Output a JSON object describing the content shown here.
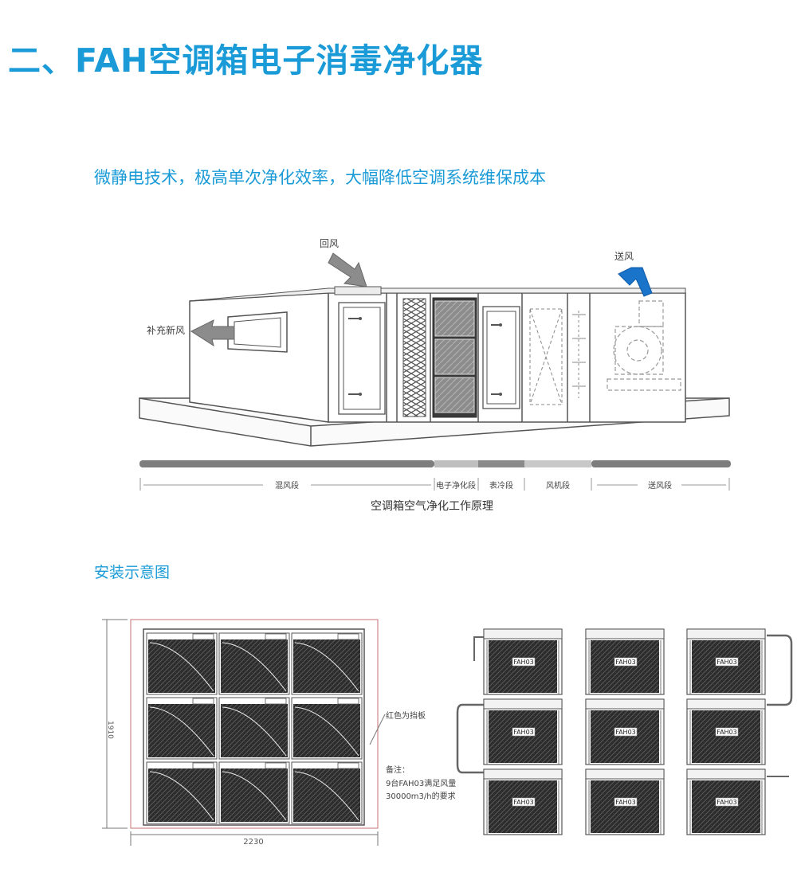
{
  "title": "二、FAH空调箱电子消毒净化器",
  "subtitle": "微静电技术，极高单次净化效率，大幅降低空调系统维保成本",
  "section_install": "安装示意图",
  "ahu": {
    "return_air": "回风",
    "fresh_air": "补充新风",
    "supply_air": "送风",
    "caption": "空调箱空气净化工作原理",
    "segments": [
      "混风段",
      "电子净化段",
      "表冷段",
      "风机段",
      "送风段"
    ]
  },
  "install_left": {
    "dim_width": "2230",
    "dim_height": "1910",
    "note_red": "红色为挡板",
    "note_title": "备注：",
    "note_line1": "9台FAH03满足风量",
    "note_line2": "30000m3/h的要求"
  },
  "install_right": {
    "unit_label": "FAH03"
  },
  "colors": {
    "accent": "#1a9bd7",
    "line": "#555555",
    "baffle": "#d9534f"
  }
}
